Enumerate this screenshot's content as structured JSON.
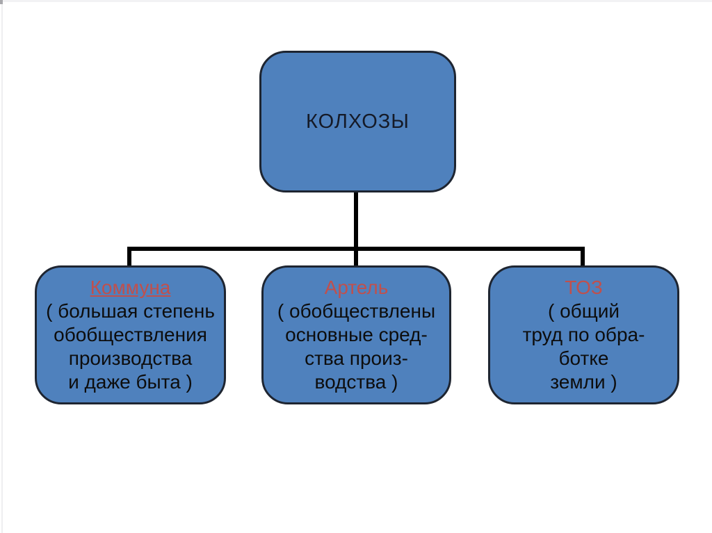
{
  "diagram": {
    "root": {
      "label": "КОЛХОЗЫ"
    },
    "children": [
      {
        "title": "Коммуна",
        "title_underlined": true,
        "body": "( большая степень\nобобществления\nпроизводства\nи даже быта )"
      },
      {
        "title": "Артель",
        "title_underlined": false,
        "body": "( обобществлены\nосновные сред-\nства произ-\nводства )"
      },
      {
        "title": "ТОЗ",
        "title_underlined": false,
        "body": "( общий\nтруд по обра-\nботке\nземли )"
      }
    ],
    "colors": {
      "box_fill": "#4f81bd",
      "box_border": "#1e2531",
      "line": "#000000",
      "title_red": "#c0504d",
      "root_text": "#151a27",
      "body_text": "#0d0d0d"
    }
  }
}
